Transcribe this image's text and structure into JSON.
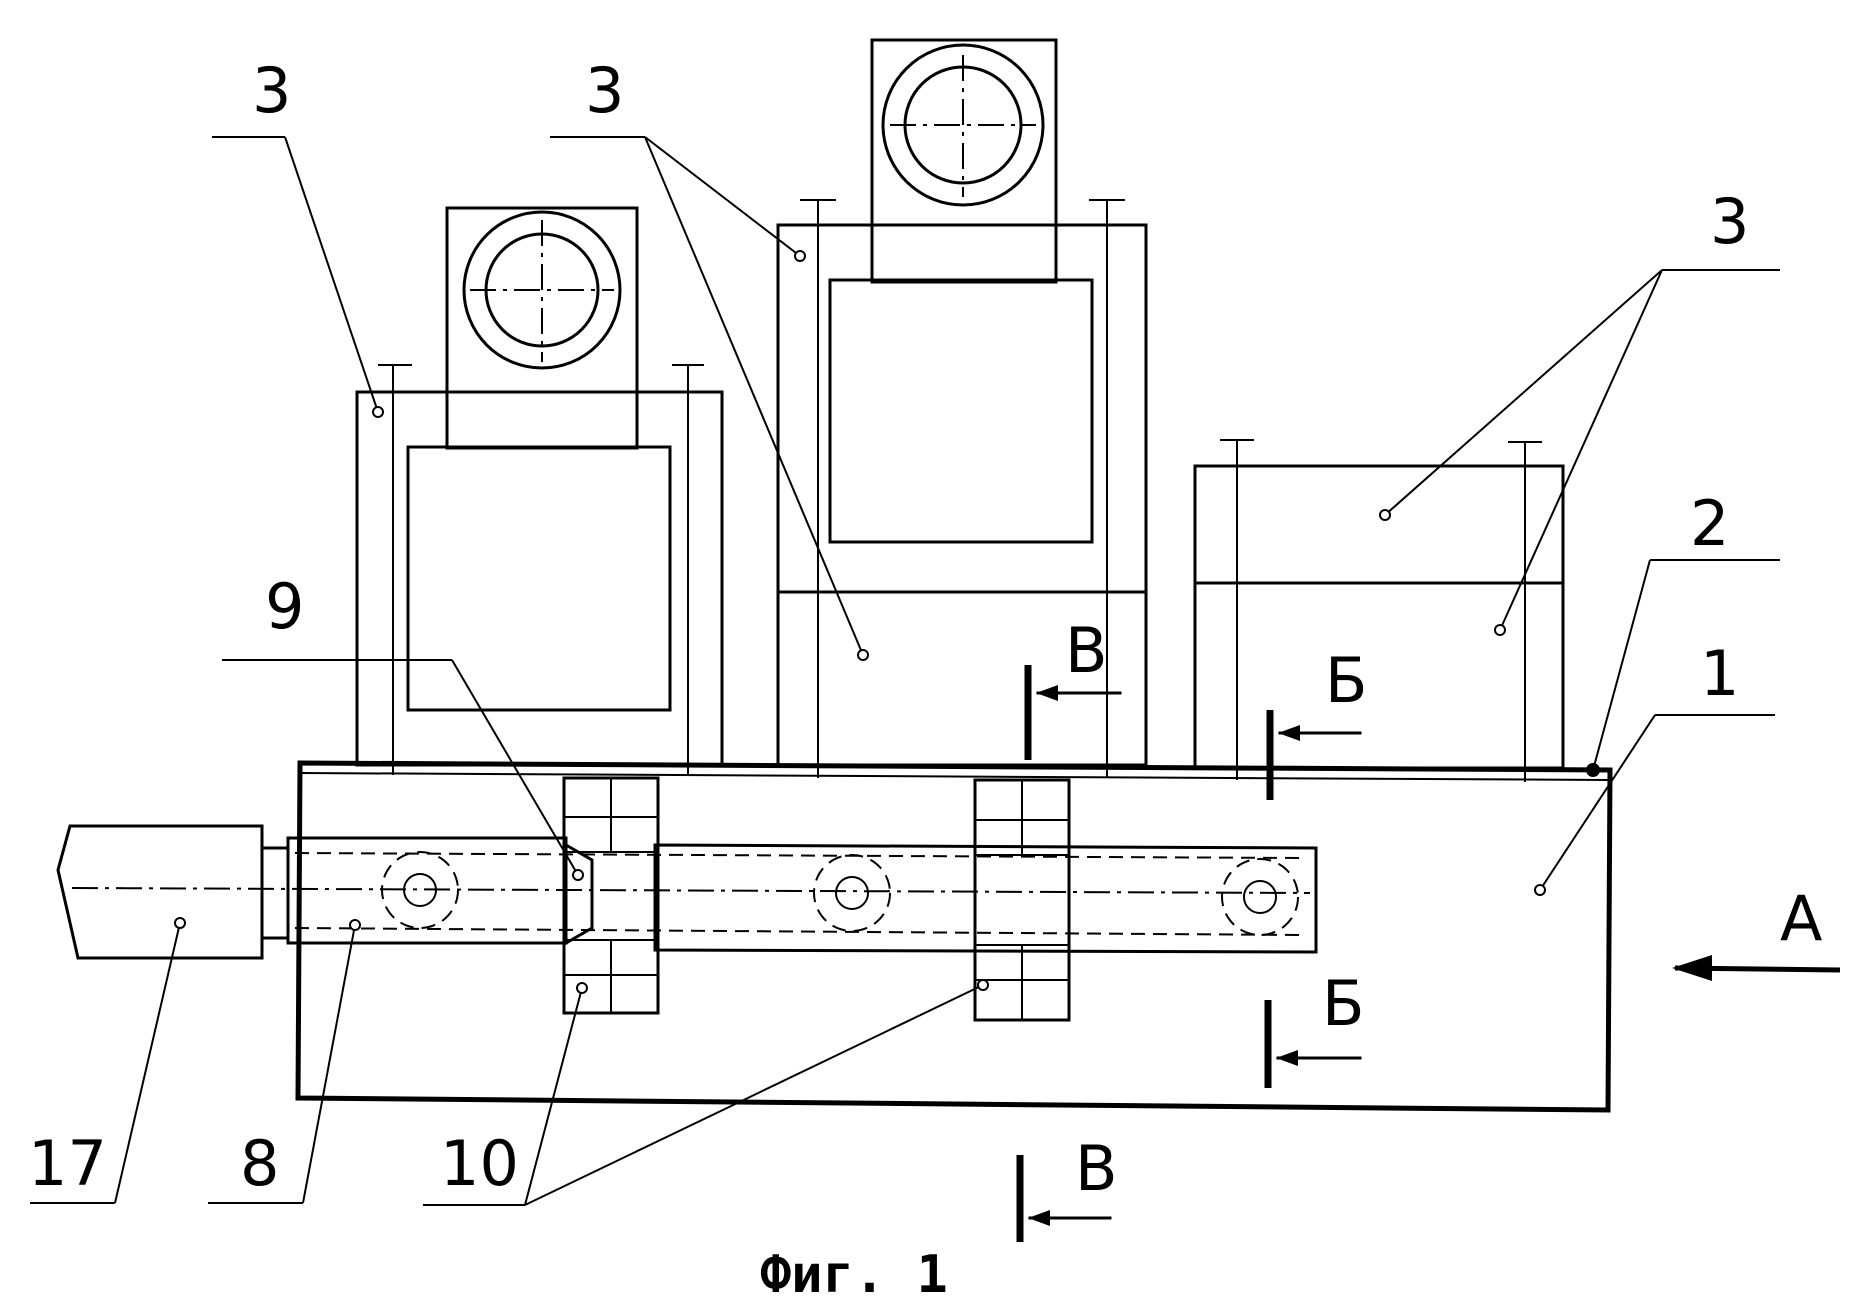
{
  "caption": "Фиг. 1",
  "labels": {
    "l3a": "3",
    "l3b": "3",
    "l3c": "3",
    "l2": "2",
    "l1": "1",
    "l9": "9",
    "l17": "17",
    "l8": "8",
    "l10": "10"
  },
  "sections": {
    "v_top": "В",
    "v_bottom": "В",
    "b_top": "Б",
    "b_bottom": "Б",
    "a": "А"
  }
}
